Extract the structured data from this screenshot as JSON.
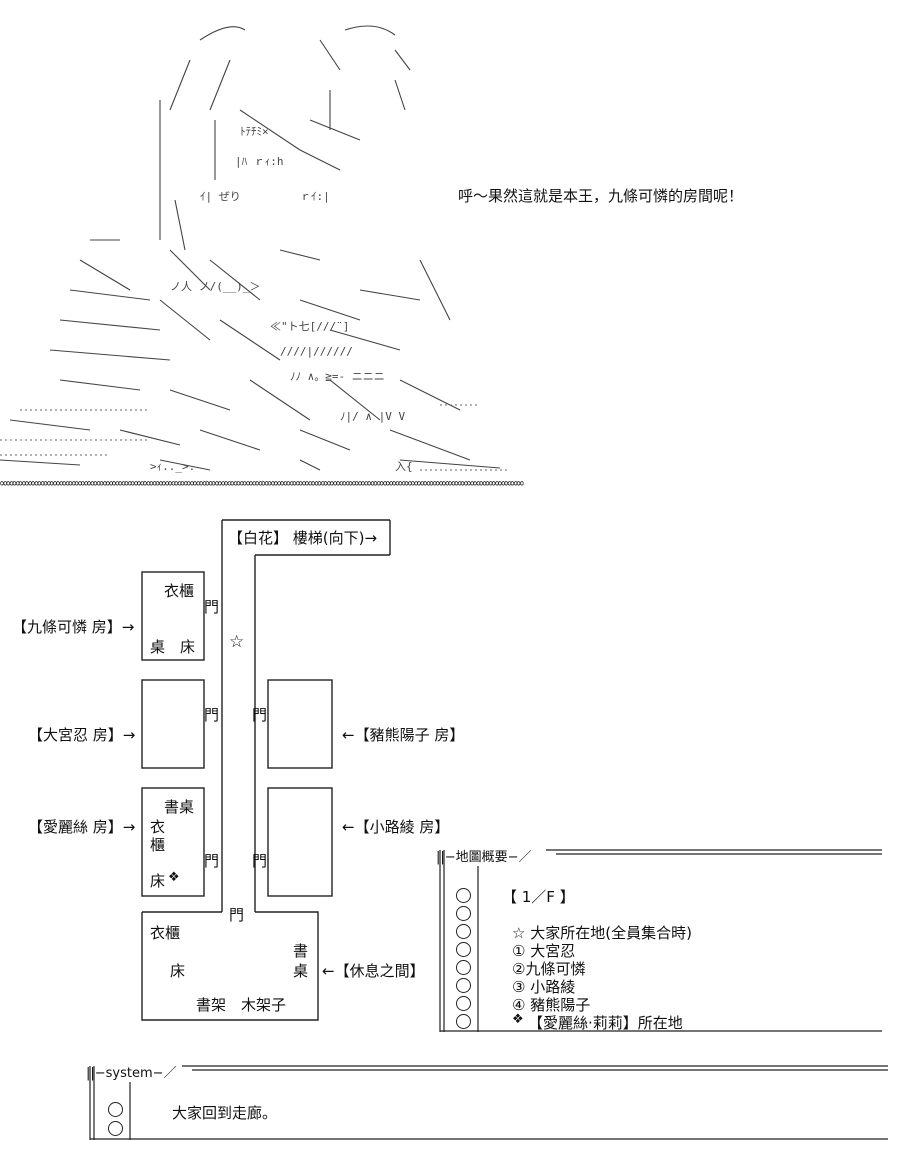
{
  "dialogue": "呼～果然這就是本王，九條可憐的房間呢！",
  "divider_pattern": "∞∞∞∞∞∞∞∞∞∞∞∞∞∞∞∞∞∞∞∞∞∞∞∞∞∞∞∞∞∞∞∞∞∞∞∞∞∞∞∞∞∞∞∞∞∞∞∞∞∞∞∞∞∞∞∞∞∞∞∞∞∞∞∞∞∞∞∞∞∞∞∞∞∞∞∞∞∞∞∞∞∞∞∞",
  "map": {
    "stairs_label": "【白花】 樓梯(向下)→",
    "door": "門",
    "star": "☆",
    "rooms": {
      "kujo": {
        "label": "【九條可憐 房】→",
        "wardrobe": "衣櫃",
        "desk_bed": "桌　床"
      },
      "omiya": {
        "label": "【大宮忍 房】→"
      },
      "inokuma": {
        "label": "←【豬熊陽子 房】"
      },
      "alice": {
        "label": "【愛麗絲 房】→",
        "desk": "書桌",
        "wardrobe1": "衣",
        "wardrobe2": "櫃",
        "bed": "床"
      },
      "komichi": {
        "label": "←【小路綾 房】"
      },
      "lounge": {
        "label": "←【休息之間】",
        "wardrobe": "衣櫃",
        "bed": "床",
        "desk1": "書",
        "desk2": "桌",
        "shelves": "書架　木架子"
      }
    }
  },
  "legend": {
    "title": "||−地圖概要−／",
    "floor": "【 1／F 】",
    "items": [
      "☆ 大家所在地(全員集合時)",
      "① 大宮忍",
      "②九條可憐",
      "③ 小路綾",
      "④ 豬熊陽子",
      "【愛麗絲·莉莉】所在地"
    ]
  },
  "system": {
    "title": "||−system−／",
    "message": "大家回到走廊。"
  }
}
